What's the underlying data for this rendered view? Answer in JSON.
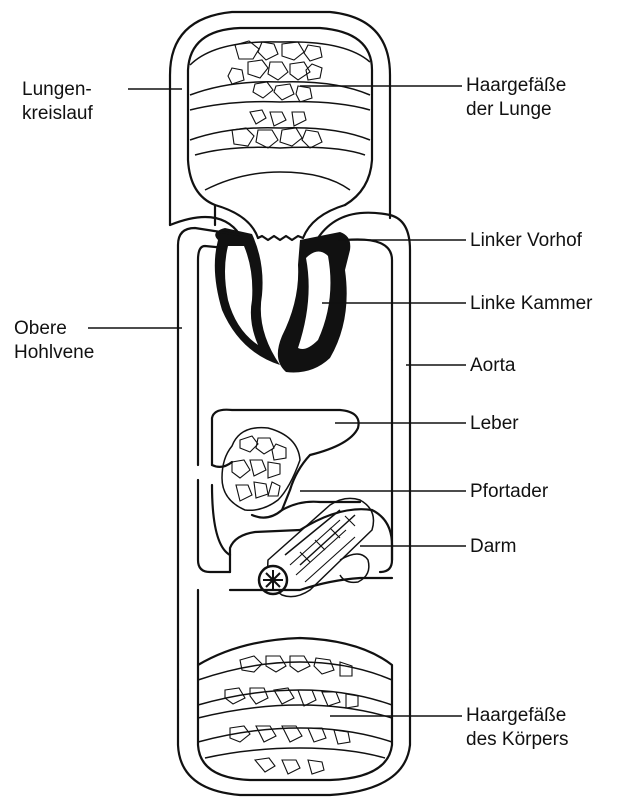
{
  "labels": {
    "lungenkreislauf": {
      "line1": "Lungen-",
      "line2": "kreislauf"
    },
    "haargefaesse_lunge": {
      "line1": "Haargefäße",
      "line2": "der Lunge"
    },
    "linker_vorhof": "Linker Vorhof",
    "linke_kammer": "Linke Kammer",
    "obere_hohlvene": {
      "line1": "Obere",
      "line2": "Hohlvene"
    },
    "aorta": "Aorta",
    "leber": "Leber",
    "pfortader": "Pfortader",
    "darm": "Darm",
    "haargefaesse_koerper": {
      "line1": "Haargefäße",
      "line2": "des Körpers"
    }
  },
  "colors": {
    "ink": "#111111",
    "background": "#ffffff"
  }
}
